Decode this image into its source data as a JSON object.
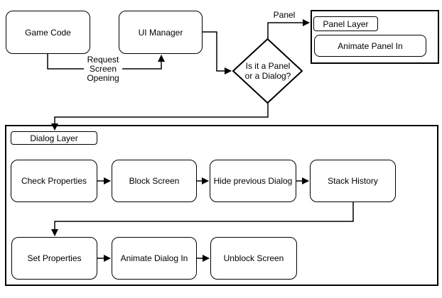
{
  "diagram": {
    "nodes": {
      "game_code": "Game Code",
      "ui_manager": "UI Manager",
      "decision": "Is it a Panel or a Dialog?",
      "panel_layer": "Panel Layer",
      "animate_panel_in": "Animate Panel In",
      "dialog_layer": "Dialog Layer",
      "check_properties": "Check Properties",
      "block_screen": "Block Screen",
      "hide_previous_dialog": "Hide previous Dialog",
      "stack_history": "Stack History",
      "set_properties": "Set Properties",
      "animate_dialog_in": "Animate Dialog In",
      "unblock_screen": "Unblock Screen"
    },
    "edge_labels": {
      "request_screen_opening": "Request Screen Opening",
      "panel": "Panel"
    },
    "colors": {
      "stroke": "#000000",
      "background": "#ffffff"
    }
  }
}
